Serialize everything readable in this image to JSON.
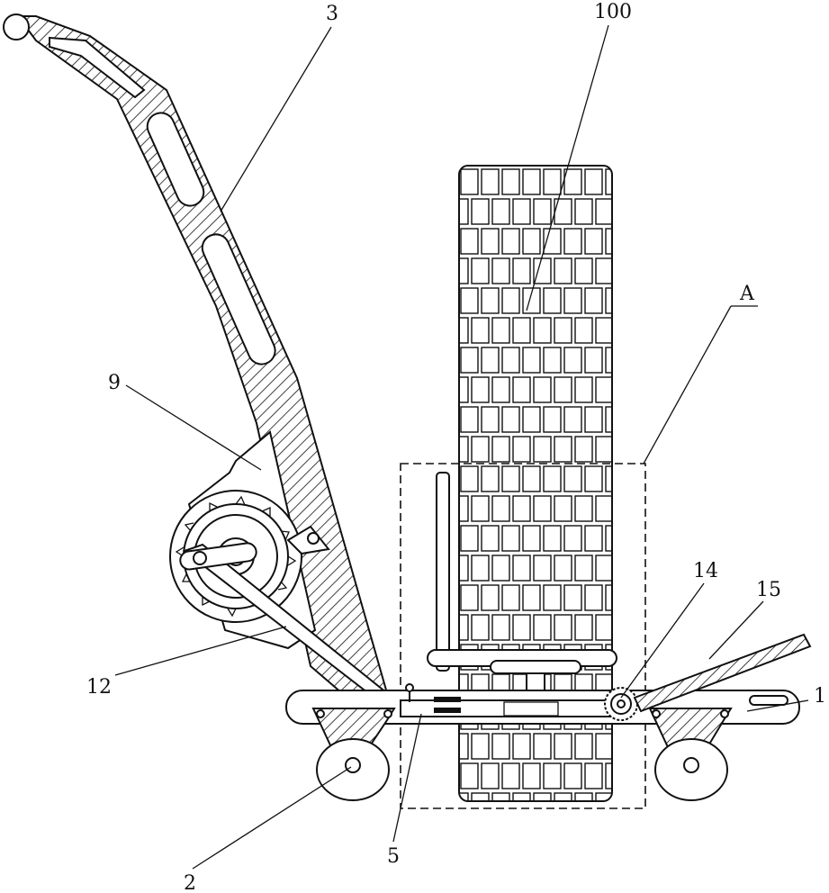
{
  "labels": {
    "handle": "3",
    "brick_stack": "100",
    "detail_region": "A",
    "ratchet_housing": "9",
    "link_rod": "12",
    "pinion": "14",
    "lever": "15",
    "base_frame": "1",
    "wheel": "2",
    "slide_bar": "5"
  }
}
